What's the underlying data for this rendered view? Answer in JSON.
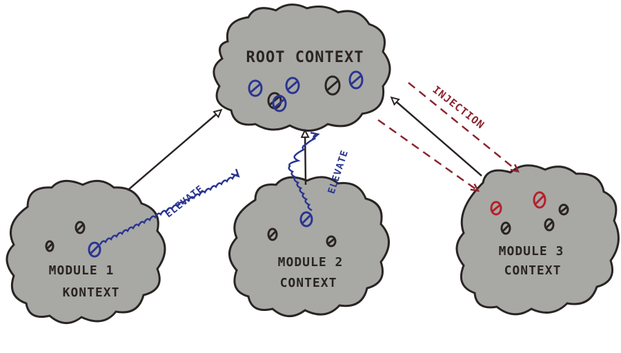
{
  "root": {
    "title": "ROOT CONTEXT"
  },
  "modules": [
    {
      "line1": "MODULE 1",
      "line2": "KONTEXT"
    },
    {
      "line1": "MODULE 2",
      "line2": "CONTEXT"
    },
    {
      "line1": "MODULE 3",
      "line2": "CONTEXT"
    }
  ],
  "labels": {
    "elevate_1": "ELEVATE",
    "elevate_2": "ELEVATE",
    "injection": "INJECTION"
  },
  "colors": {
    "paper": "#ffffff",
    "cloud_fill": "#a8a9a5",
    "ink": "#2a2424",
    "elevate_blue": "#2a3590",
    "injection_red": "#8a2530",
    "bean_red": "#b5202a"
  }
}
